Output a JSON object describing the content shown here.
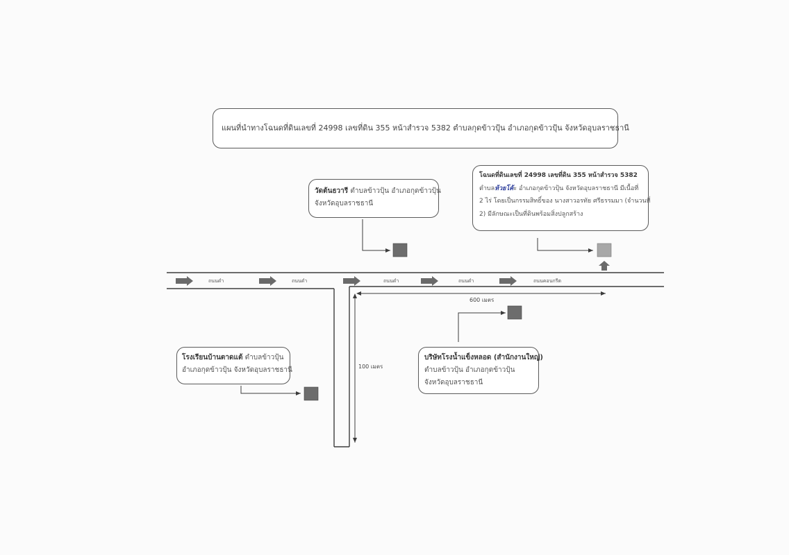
{
  "title": "แผนที่นำทางโฉนดที่ดินเลขที่ 24998 เลขที่ดิน 355 หน้าสำรวจ 5382 ตำบลกุดข้าวปุ้น อำเภอกุดข้าวปุ้น จังหวัดอุบลราชธานี",
  "landmarks": {
    "wat": {
      "name": "วัดต้นธวารี",
      "line1_rest": "ตำบลข้าวปุ้น อำเภอกุดข้าวปุ้น",
      "line2": "จังหวัดอุบลราชธานี"
    },
    "parcel": {
      "line1": "โฉนดที่ดินเลขที่ 24998 เลขที่ดิน 355 หน้าสำรวจ 5382",
      "line2_prefix": "ตำบล",
      "line2_hand": "ห้วยโค้",
      "line2_rest": "ะ อำเภอกุดข้าวปุ้น จังหวัดอุบลราชธานี มีเนื้อที่",
      "line3": "2 ไร่ โดยเป็นกรรมสิทธิ์ของ นางสาวอรทัย ศรีธรรมมา (จำนวนที่",
      "line4": "2) มีลักษณะเป็นที่ดินพร้อมสิ่งปลูกสร้าง"
    },
    "school": {
      "name": "โรงเรียนบ้านตาดแต้",
      "line1_rest": "ตำบลข้าวปุ้น",
      "line2": "อำเภอกุดข้าวปุ้น จังหวัดอุบลราชธานี"
    },
    "company": {
      "name": "บริษัทโรงน้ำแข็งหลอด (สำนักงานใหญ่)",
      "line2": "ตำบลข้าวปุ้น อำเภอกุดข้าวปุ้น",
      "line3": "จังหวัดอุบลราชธานี"
    }
  },
  "road_labels": [
    "ถนนดำ",
    "ถนนดำ",
    "ถนนดำ",
    "ถนนดำ",
    "ถนนคอนกรีต"
  ],
  "distances": {
    "horizontal": "600 เมตร",
    "vertical": "100 เมตร"
  },
  "colors": {
    "marker": "#6d6d6d",
    "parcel_marker": "#a8a8a8",
    "arrow": "#6a6a6a",
    "line": "#3c3c3c"
  }
}
